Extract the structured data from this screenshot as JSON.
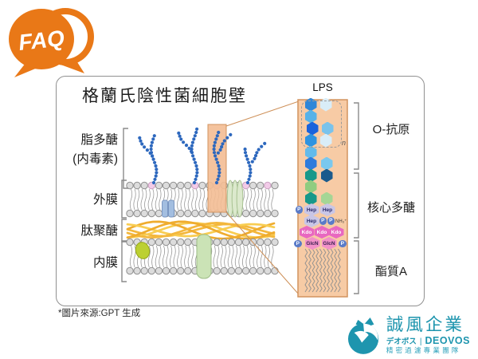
{
  "badge": {
    "label": "FAQ"
  },
  "figure": {
    "title": "格蘭氏陰性菌細胞壁",
    "caption": "*圖片來源:GPT 生成",
    "left_labels": {
      "lps1": "脂多醣",
      "lps2": "(内毒素)",
      "outer": "外膜",
      "pepti": "肽聚醣",
      "inner": "内膜"
    },
    "detail": {
      "title": "LPS",
      "o_antigen": "O-抗原",
      "core": "核心多醣",
      "lipid_a": "酯質A",
      "repeat_n": "n",
      "nh3": "NH₃⁺",
      "hep": "Hep",
      "kdo": "Kdo",
      "glcn": "GlcN",
      "p": "P"
    }
  },
  "logo": {
    "company": "誠風企業",
    "katakana": "デオボス",
    "brand": "DEOVOS",
    "tagline": "精密過濾專業團隊"
  },
  "colors": {
    "accent_orange": "#E97817",
    "panel_peach": "#F7CBA5",
    "panel_border": "#D2935F",
    "peptidoglycan_yellow": "#F3B73C",
    "lps_chain_blue": "#2D68BE",
    "logo_teal": "#1E95AE"
  }
}
